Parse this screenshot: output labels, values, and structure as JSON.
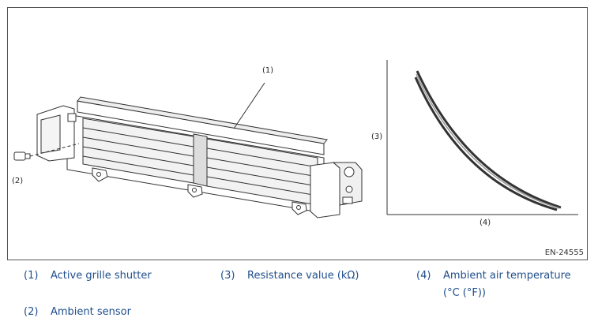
{
  "figure": {
    "callouts": {
      "c1": "(1)",
      "c2": "(2)",
      "c3": "(3)",
      "c4": "(4)"
    },
    "code": "EN-24555"
  },
  "legend": [
    {
      "num": "(1)",
      "text": "Active grille shutter"
    },
    {
      "num": "(2)",
      "text": "Ambient sensor"
    },
    {
      "num": "(3)",
      "text": "Resistance value (kΩ)"
    },
    {
      "num": "(4)",
      "text": "Ambient air temperature (°C (°F))"
    }
  ],
  "colors": {
    "legend_text": "#1f4e8c",
    "line": "#222222"
  }
}
